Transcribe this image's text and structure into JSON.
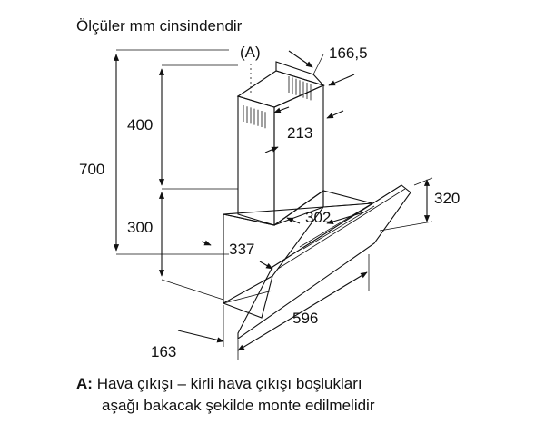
{
  "title": "Ölçüler mm cinsindendir",
  "outlet_marker": "(A)",
  "dimensions": {
    "total_height": "700",
    "chimney_height": "400",
    "body_height": "300",
    "chimney_width": "166,5",
    "chimney_depth": "213",
    "body_width": "302",
    "body_depth": "337",
    "glass_height": "320",
    "glass_width": "596",
    "bottom_depth": "163"
  },
  "note": {
    "label": "A:",
    "line1": "Hava çıkışı – kirli hava çıkışı boşlukları",
    "line2": "aşağı bakacak şekilde monte edilmelidir"
  },
  "colors": {
    "stroke": "#111111",
    "background": "#ffffff"
  }
}
